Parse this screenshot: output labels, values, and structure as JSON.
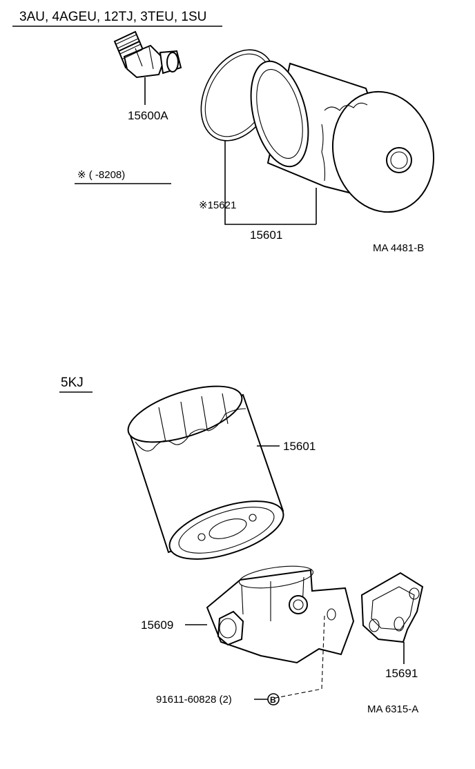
{
  "section1": {
    "engines": "3AU, 4AGEU, 12TJ, 3TEU, 1SU",
    "note": "※ (      -8208)",
    "parts": {
      "sender": "15600A",
      "gasket": "※15621",
      "filter": "15601"
    },
    "code": "MA 4481-B"
  },
  "section2": {
    "engines": "5KJ",
    "parts": {
      "filter": "15601",
      "bracket": "15609",
      "gasket": "15691",
      "bolt": "91611-60828 (2)",
      "bolt_marker": "B"
    },
    "code": "MA 6315-A"
  }
}
